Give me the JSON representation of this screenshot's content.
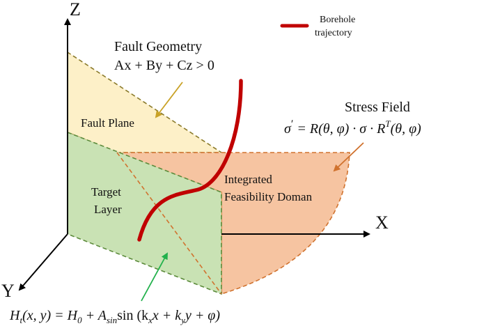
{
  "axes": {
    "x": "X",
    "y": "Y",
    "z": "Z"
  },
  "legend": {
    "line1": "Borehole",
    "line2": "trajectory"
  },
  "labels": {
    "fault_geometry_title": "Fault Geometry",
    "fault_geometry_eq": "Ax + By + Cz > 0",
    "fault_plane": "Fault Plane",
    "target_layer_1": "Target",
    "target_layer_2": "Layer",
    "domain_1": "Integrated",
    "domain_2": "Feasibility Doman",
    "stress_field_title": "Stress Field"
  },
  "stress_eq": {
    "sigma_prime": "σ",
    "prime": "′",
    "eq_mid": " = R(θ, φ) · σ · R",
    "sup_T": "T",
    "eq_end": "(θ, φ)"
  },
  "target_eq": {
    "H": "H",
    "sub_t": "t",
    "p1": "(x, y) = H",
    "sub_0": "0",
    "p2": " + A",
    "sub_sin": "sin",
    "p3": "sin (k",
    "sub_x": "x",
    "p4": "x + k",
    "sub_y": "y",
    "p5": "y + φ)"
  },
  "colors": {
    "fault_plane_fill": "#fdf0c8",
    "fault_plane_edge": "#8a7a2a",
    "target_layer_fill": "#c9e2b4",
    "target_layer_edge": "#5b8a3a",
    "domain_fill": "#f6c4a1",
    "domain_edge": "#d0722e",
    "borehole": "#c00000",
    "arrow_fault": "#c9a227",
    "arrow_stress": "#d0722e",
    "arrow_target": "#22b14c"
  }
}
